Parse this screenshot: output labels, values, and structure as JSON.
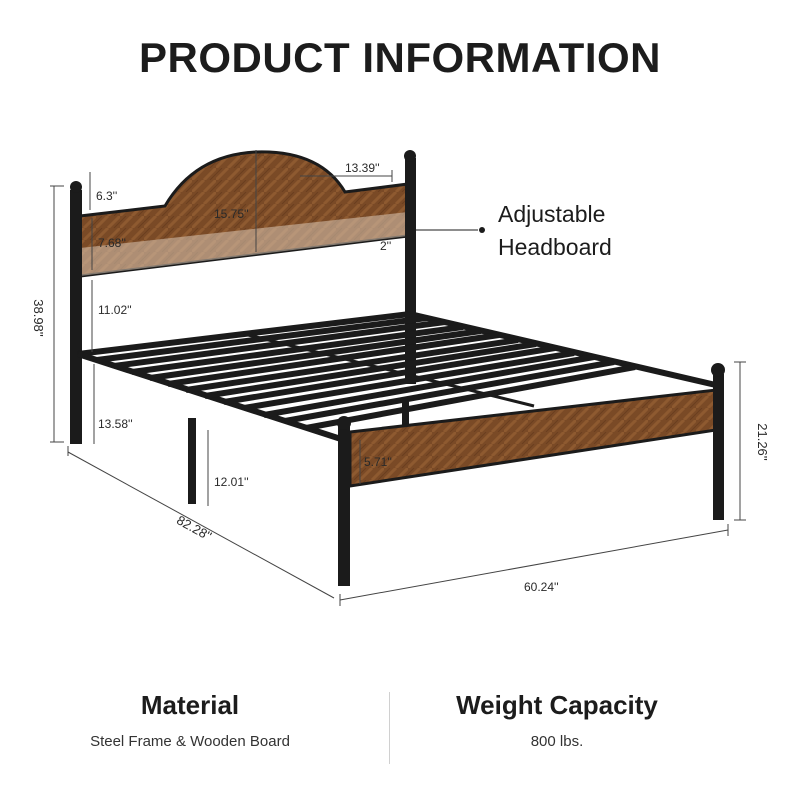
{
  "title": "PRODUCT INFORMATION",
  "callout": {
    "line1": "Adjustable",
    "line2": "Headboard"
  },
  "dimensions": {
    "total_height": "38.98''",
    "headboard_top": "6.3''",
    "arch_width": "13.39''",
    "arch_height": "15.75''",
    "panel_height": "7.68''",
    "panel_gap": "2''",
    "clearance_head": "11.02''",
    "under_clearance": "13.58''",
    "leg_height": "12.01''",
    "footboard_panel": "5.71''",
    "footboard_height": "21.26''",
    "length": "82.28''",
    "width": "60.24''"
  },
  "material": {
    "heading": "Material",
    "value": "Steel Frame & Wooden Board"
  },
  "weight": {
    "heading": "Weight Capacity",
    "value": "800 lbs."
  },
  "colors": {
    "steel": "#1b1b1b",
    "wood": "#7a4a26",
    "wood_light": "#9a6236",
    "dim_line": "#444444"
  }
}
